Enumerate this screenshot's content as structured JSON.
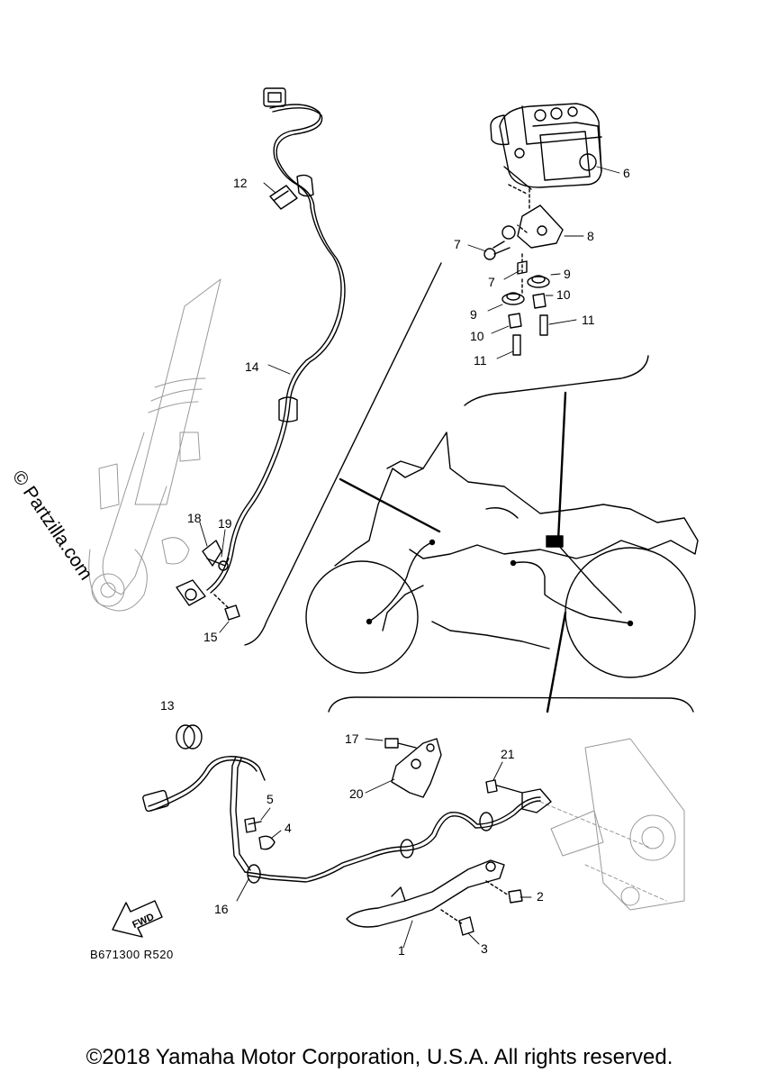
{
  "watermark": "© Partzilla.com",
  "callouts": [
    "1",
    "2",
    "3",
    "4",
    "5",
    "6",
    "7",
    "7",
    "8",
    "9",
    "9",
    "10",
    "10",
    "11",
    "11",
    "12",
    "13",
    "14",
    "15",
    "16",
    "17",
    "18",
    "19",
    "20",
    "21"
  ],
  "fwd_label": "FWD",
  "reference_code": "B671300 R520",
  "copyright": "©2018 Yamaha Motor Corporation, U.S.A. All rights reserved."
}
